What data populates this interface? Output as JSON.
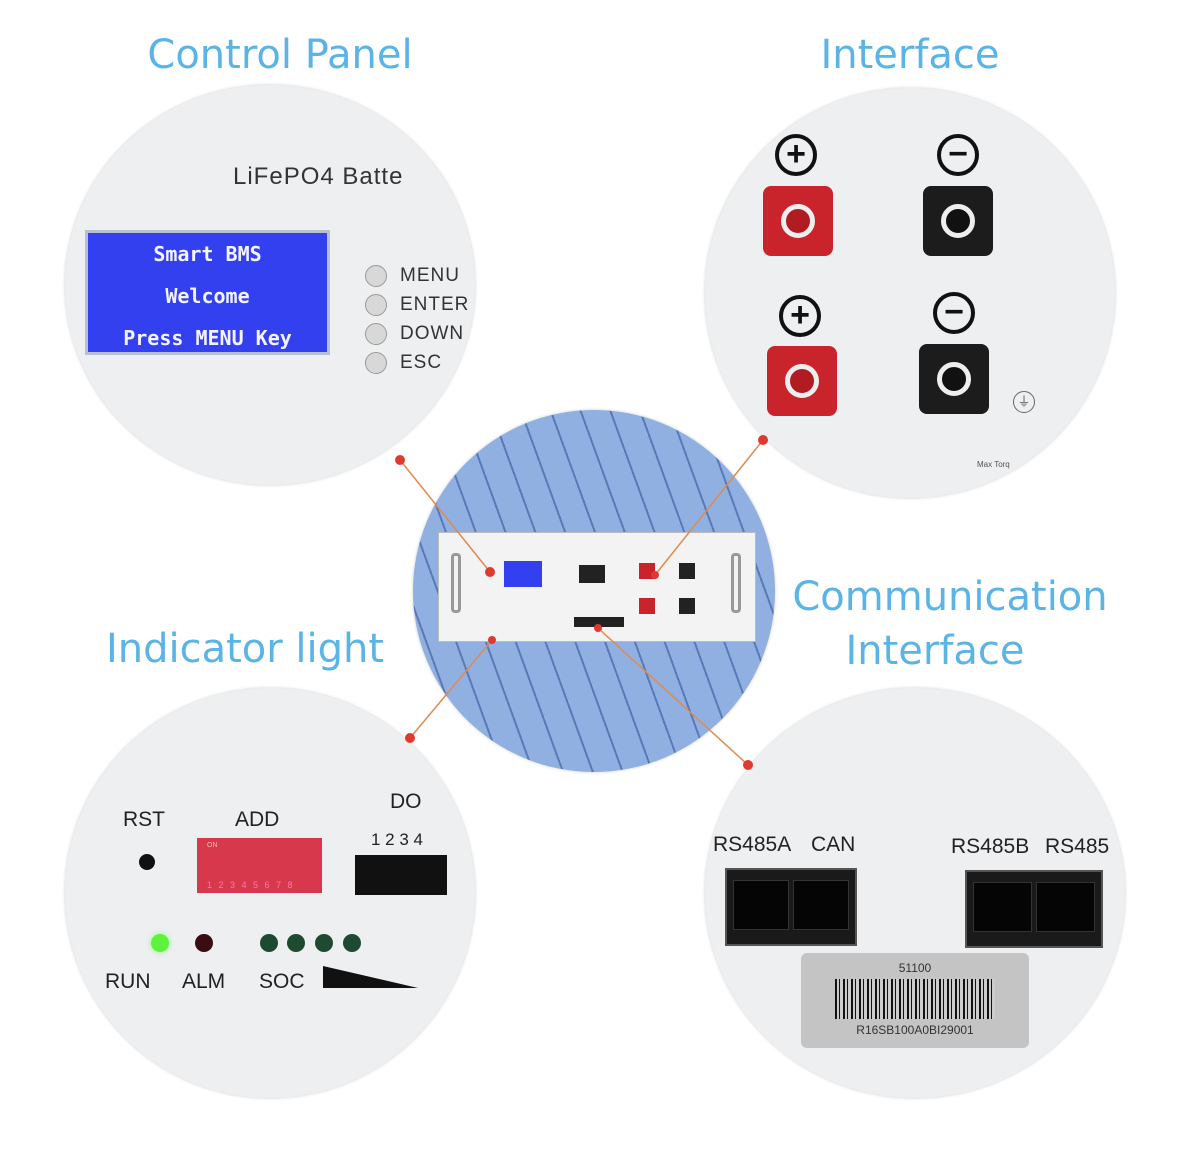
{
  "titles": {
    "control_panel": "Control Panel",
    "interface": "Interface",
    "indicator_light": "Indicator light",
    "communication_interface_1": "Communication",
    "communication_interface_2": "Interface"
  },
  "control_panel": {
    "brand_text": "LiFePO4  Batte",
    "lcd_lines": [
      "Smart BMS",
      "Welcome",
      "Press MENU Key"
    ],
    "buttons": [
      "MENU",
      "ENTER",
      "DOWN",
      "ESC"
    ]
  },
  "interface": {
    "plus": "+",
    "minus": "−",
    "ground_text": "Max Torq"
  },
  "indicator": {
    "rst": "RST",
    "add": "ADD",
    "do": "DO",
    "do_pins": "1 2 3 4",
    "dip_on": "ON",
    "dip_numbers": "1 2 3 4 5 6 7 8",
    "run": "RUN",
    "alm": "ALM",
    "soc": "SOC"
  },
  "communication": {
    "ports": [
      "RS485A",
      "CAN",
      "RS485B",
      "RS485"
    ],
    "label_top": "51100",
    "label_bottom": "R16SB100A0BI29001"
  },
  "colors": {
    "title": "#5ab4e6",
    "callout": "#e03a2e",
    "lcd": "#3240f0"
  }
}
